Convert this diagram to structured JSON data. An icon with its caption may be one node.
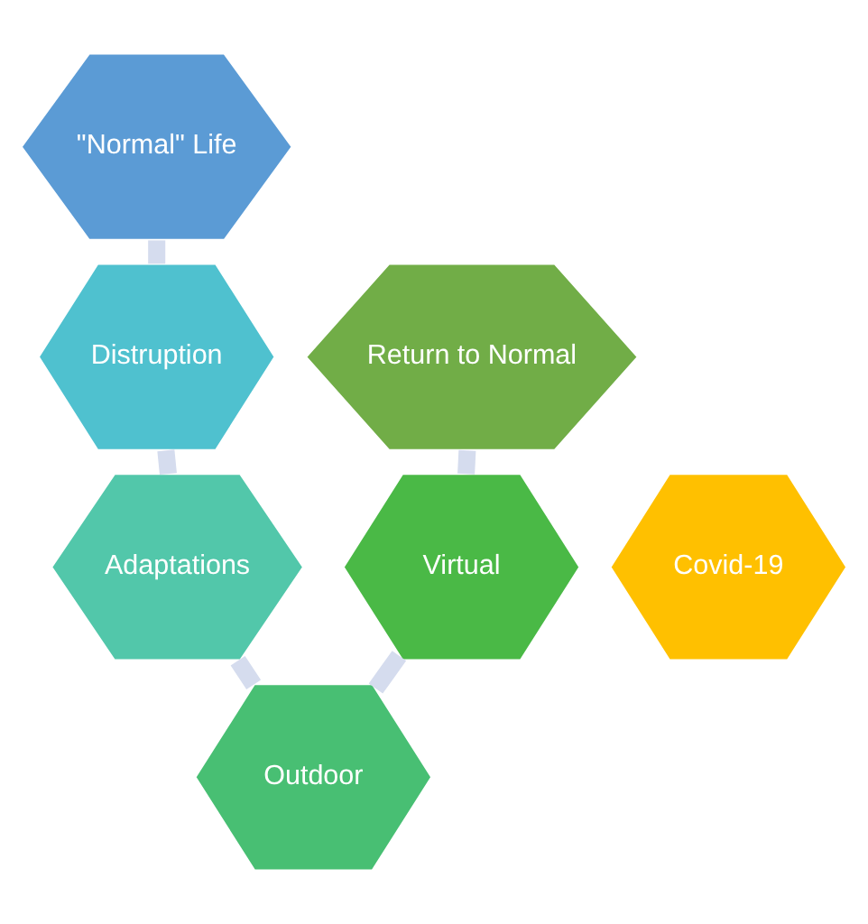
{
  "diagram": {
    "nodes": [
      {
        "text": [
          "\"Normal\" Life"
        ]
      },
      {
        "text": [
          "Return to Normal"
        ]
      },
      {
        "text": [
          "Distruption"
        ]
      },
      {
        "text": [
          "Covid-19"
        ]
      },
      {
        "text": [
          "Virtual"
        ]
      },
      {
        "text": [
          "Adaptations"
        ]
      },
      {
        "text": [
          "Outdoor"
        ]
      }
    ],
    "edges": [
      {
        "from": 0,
        "to": 2,
        "arrow": "none"
      },
      {
        "from": 2,
        "to": 5,
        "arrow": "none"
      },
      {
        "from": 5,
        "to": 6,
        "arrow": "none"
      },
      {
        "from": 6,
        "to": 4,
        "arrow": "none"
      },
      {
        "from": 4,
        "to": 1,
        "arrow": "none"
      }
    ]
  }
}
